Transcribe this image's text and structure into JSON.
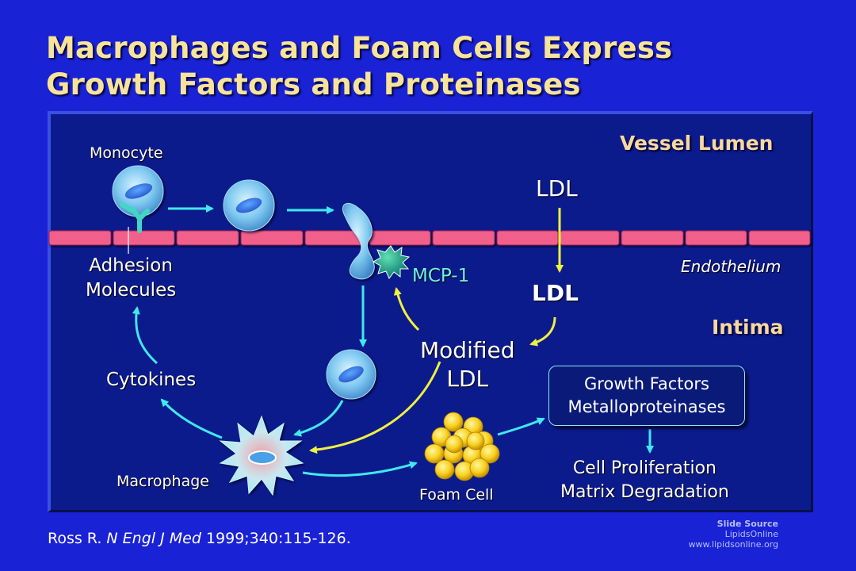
{
  "title": {
    "line1": "Macrophages and Foam Cells Express",
    "line2": "Growth Factors and Proteinases"
  },
  "labels": {
    "vessel_lumen": "Vessel Lumen",
    "endothelium": "Endothelium",
    "intima": "Intima",
    "monocyte": "Monocyte",
    "adhesion_line1": "Adhesion",
    "adhesion_line2": "Molecules",
    "ldl_lumen": "LDL",
    "ldl_intima": "LDL",
    "mcp1": "MCP-1",
    "modified_ldl_line1": "Modified",
    "modified_ldl_line2": "LDL",
    "cytokines": "Cytokines",
    "macrophage": "Macrophage",
    "foam_cell": "Foam Cell",
    "growth_factors": "Growth Factors",
    "metalloproteinases": "Metalloproteinases",
    "cell_proliferation": "Cell Proliferation",
    "matrix_degradation": "Matrix Degradation"
  },
  "citation": {
    "author": "Ross R. ",
    "journal": "N Engl J Med",
    "details": " 1999;340:115-126."
  },
  "source": {
    "heading": "Slide Source",
    "name": "LipidsOnline",
    "url": "www.lipidsonline.org"
  },
  "colors": {
    "background": "#1a22d6",
    "panel": "#0c1b8c",
    "title": "#f7e39a",
    "region_label": "#f8d8a0",
    "cyan_arrow": "#40e8f0",
    "yellow_arrow": "#f0f040",
    "endothelium": "#f0608a",
    "cell": "#7ec8f0",
    "mcp1": "#1a9a8a"
  },
  "icons": [
    "monocyte-cell-icon",
    "adhesion-receptor-icon",
    "migrating-monocyte-icon",
    "mcp1-star-icon",
    "macrophage-icon",
    "foam-cell-icon"
  ]
}
